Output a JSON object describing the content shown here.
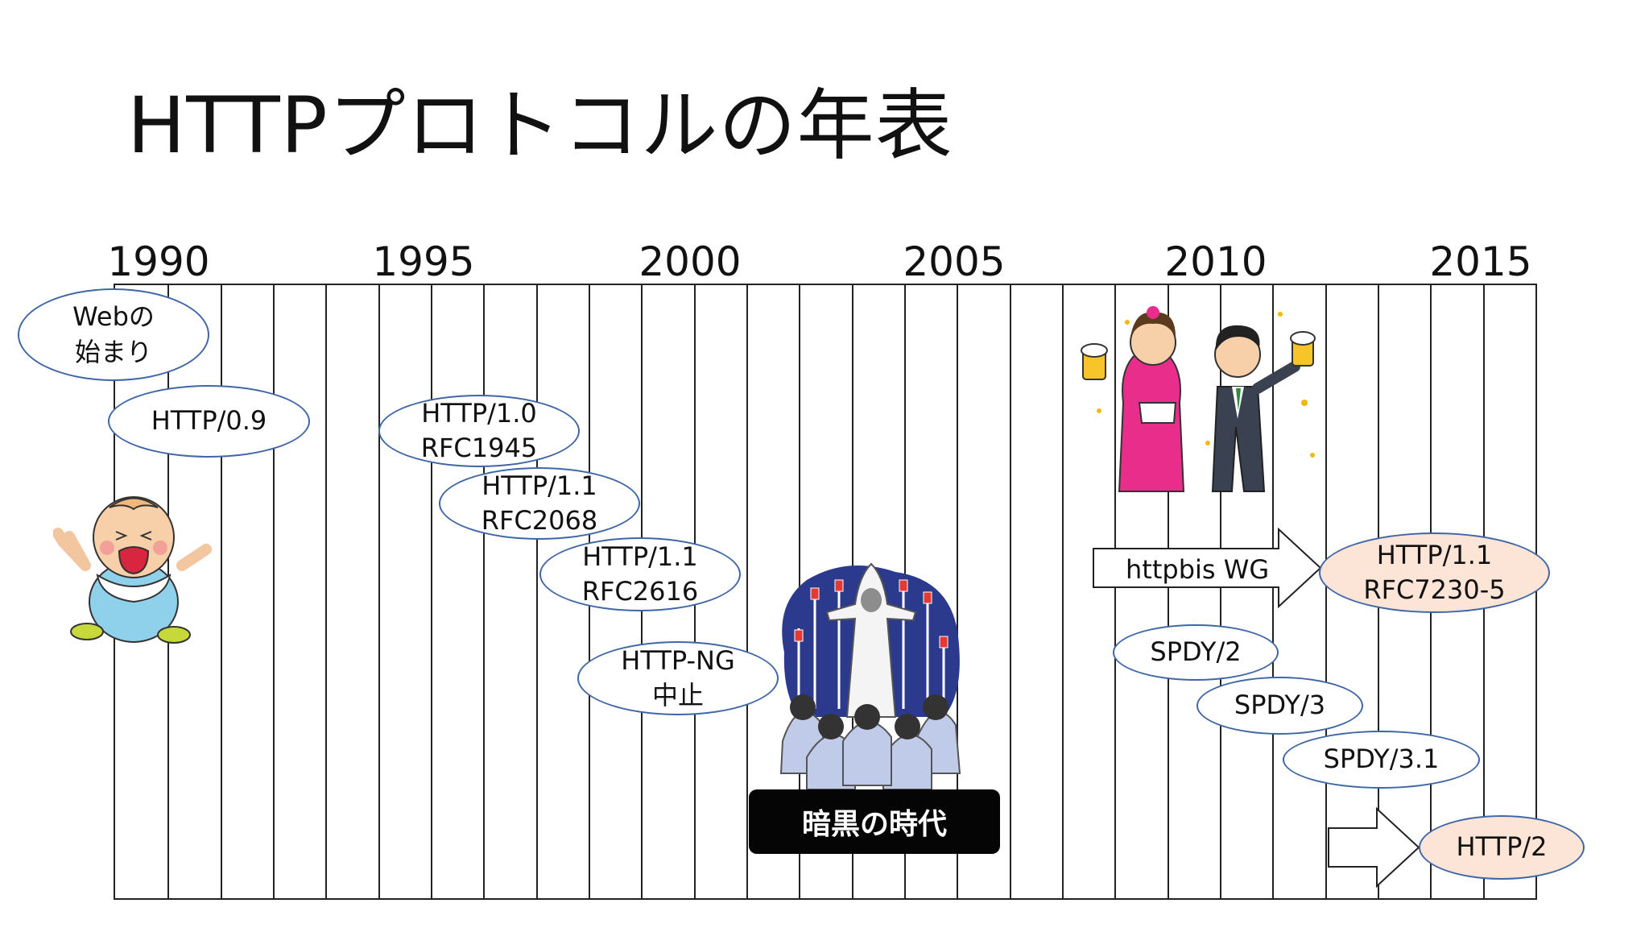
{
  "title": "HTTPプロトコルの年表",
  "timeline": {
    "years": [
      "1990",
      "1995",
      "2000",
      "2005",
      "2010",
      "2015"
    ]
  },
  "events": {
    "web_start": [
      "Webの",
      "始まり"
    ],
    "http09": "HTTP/0.9",
    "http10": [
      "HTTP/1.0",
      "RFC1945"
    ],
    "http11_2068": [
      "HTTP/1.1",
      "RFC2068"
    ],
    "http11_2616": [
      "HTTP/1.1",
      "RFC2616"
    ],
    "http_ng": [
      "HTTP-NG",
      "中止"
    ],
    "httpbis": "httpbis WG",
    "http11_7230": [
      "HTTP/1.1",
      "RFC7230-5"
    ],
    "spdy2": "SPDY/2",
    "spdy3": "SPDY/3",
    "spdy31": "SPDY/3.1",
    "http2": "HTTP/2",
    "dark_age": "暗黒の時代"
  },
  "colors": {
    "bubble_border": "#3f66a6",
    "highlight_fill": "#fce4d6",
    "dark_box": "#050505"
  },
  "illustrations": [
    "crying-baby",
    "dark-cult-ritual",
    "celebrating-couple-with-beer"
  ]
}
